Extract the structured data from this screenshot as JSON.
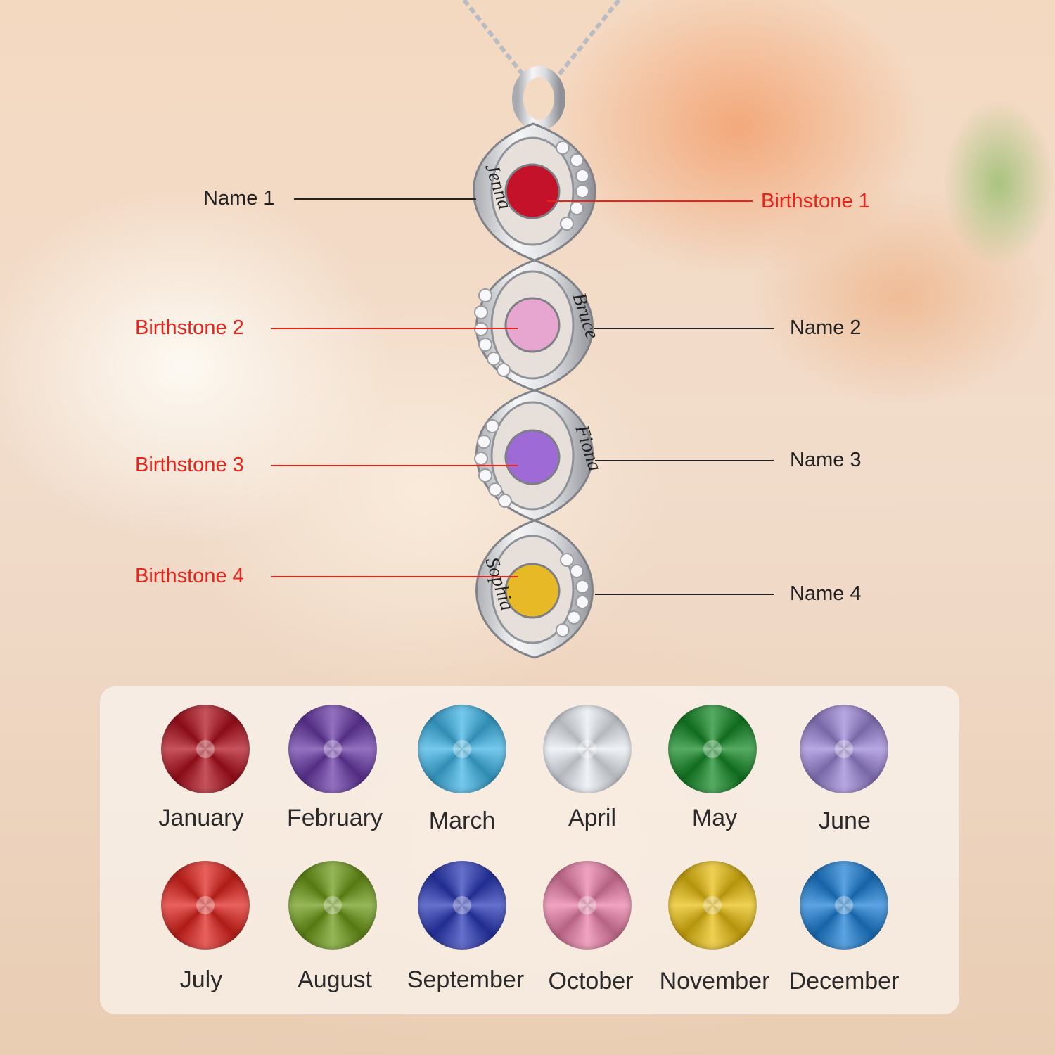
{
  "pendant": {
    "engravings": [
      "Jenna",
      "Bruce",
      "Fiona",
      "Sophia"
    ],
    "stone_colors": [
      "#c4122a",
      "#e6a6cf",
      "#9d6ad6",
      "#e8b927"
    ]
  },
  "callouts": {
    "name_1": "Name 1",
    "name_2": "Name 2",
    "name_3": "Name 3",
    "name_4": "Name 4",
    "birthstone_1": "Birthstone 1",
    "birthstone_2": "Birthstone 2",
    "birthstone_3": "Birthstone 3",
    "birthstone_4": "Birthstone 4"
  },
  "birthstones": [
    {
      "month": "January",
      "color": "#b0101e"
    },
    {
      "month": "February",
      "color": "#6a3aa8"
    },
    {
      "month": "March",
      "color": "#3fb4e6"
    },
    {
      "month": "April",
      "color": "#e8edf3"
    },
    {
      "month": "May",
      "color": "#148a26"
    },
    {
      "month": "June",
      "color": "#9b85d6"
    },
    {
      "month": "July",
      "color": "#e0241e"
    },
    {
      "month": "August",
      "color": "#6e9b17"
    },
    {
      "month": "September",
      "color": "#2a39b8"
    },
    {
      "month": "October",
      "color": "#ea7fa8"
    },
    {
      "month": "November",
      "color": "#e8be10"
    },
    {
      "month": "December",
      "color": "#1c7fd6"
    }
  ]
}
